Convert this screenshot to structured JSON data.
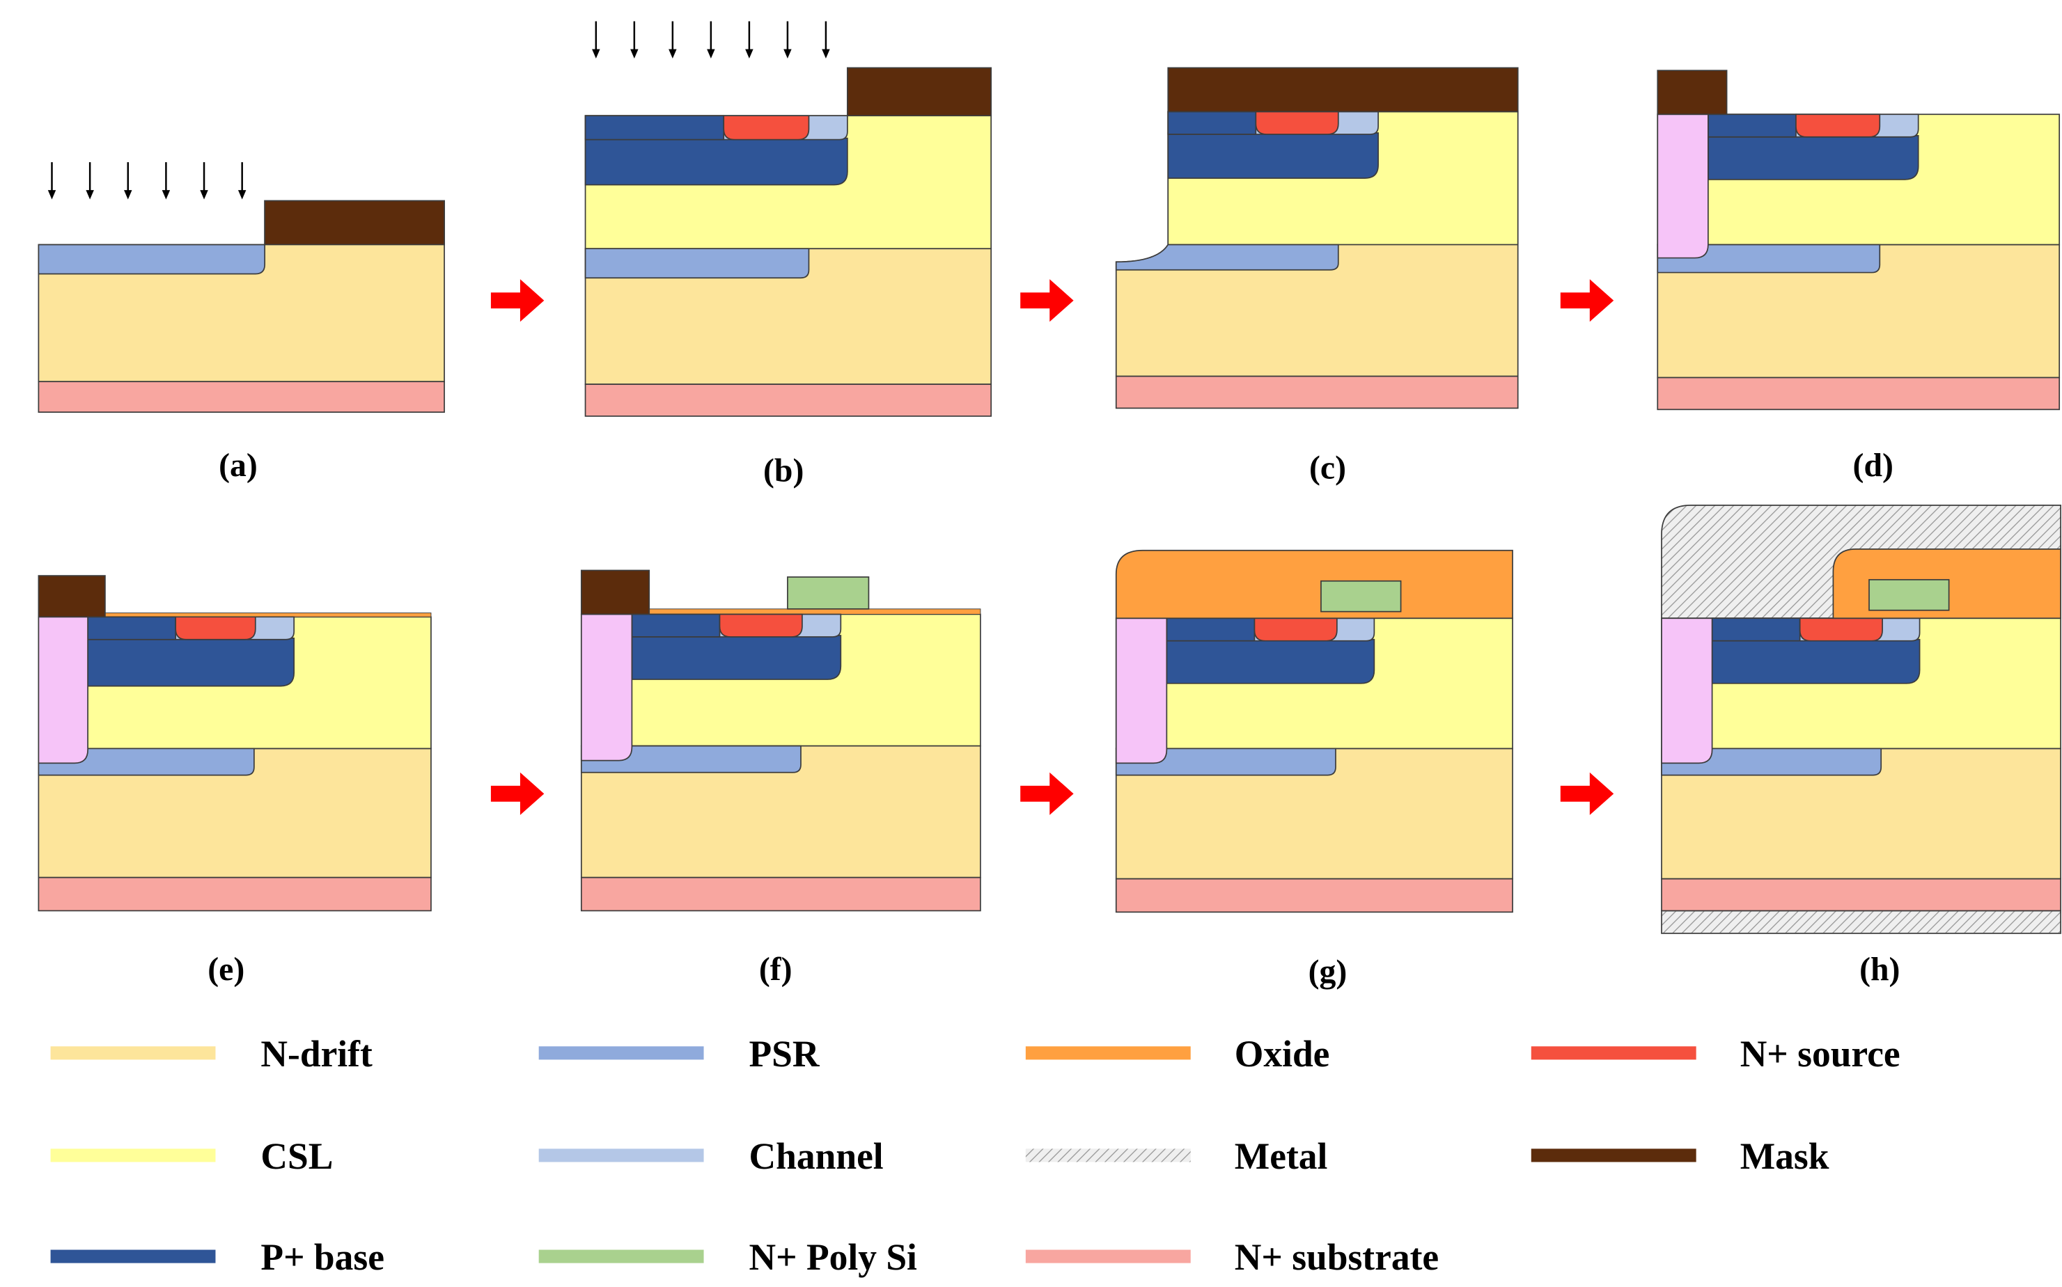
{
  "colors": {
    "n_drift": "#FDE59B",
    "csl": "#FFFF99",
    "p_base": "#2F5597",
    "psr": "#8FAADC",
    "channel": "#B4C7E7",
    "n_poly_si": "#A9D18E",
    "oxide": "#FFA040",
    "metal": "#C8C8C8",
    "n_substrate": "#F8A6A0",
    "n_source": "#F5503E",
    "mask": "#5C2C0C",
    "step_arrow": "#FF0000",
    "outline": "#3C3C3C"
  },
  "panels": [
    {
      "label": "(a)",
      "implant_arrows": 6
    },
    {
      "label": "(b)",
      "implant_arrows": 7
    },
    {
      "label": "(c)"
    },
    {
      "label": "(d)"
    },
    {
      "label": "(e)"
    },
    {
      "label": "(f)"
    },
    {
      "label": "(g)"
    },
    {
      "label": "(h)"
    }
  ],
  "legend": [
    {
      "label": "N-drift",
      "color": "#FDE59B"
    },
    {
      "label": "PSR",
      "color": "#8FAADC"
    },
    {
      "label": "Oxide",
      "color": "#FFA040"
    },
    {
      "label": "N+ source",
      "color": "#F5503E"
    },
    {
      "label": "CSL",
      "color": "#FFFF99"
    },
    {
      "label": "Channel",
      "color": "#B4C7E7"
    },
    {
      "label": "Metal",
      "color": "#C8C8C8",
      "hatched": true
    },
    {
      "label": "Mask",
      "color": "#5C2C0C"
    },
    {
      "label": "P+ base",
      "color": "#2F5597"
    },
    {
      "label": "N+ Poly Si",
      "color": "#A9D18E"
    },
    {
      "label": "N+ substrate",
      "color": "#F8A6A0"
    }
  ]
}
